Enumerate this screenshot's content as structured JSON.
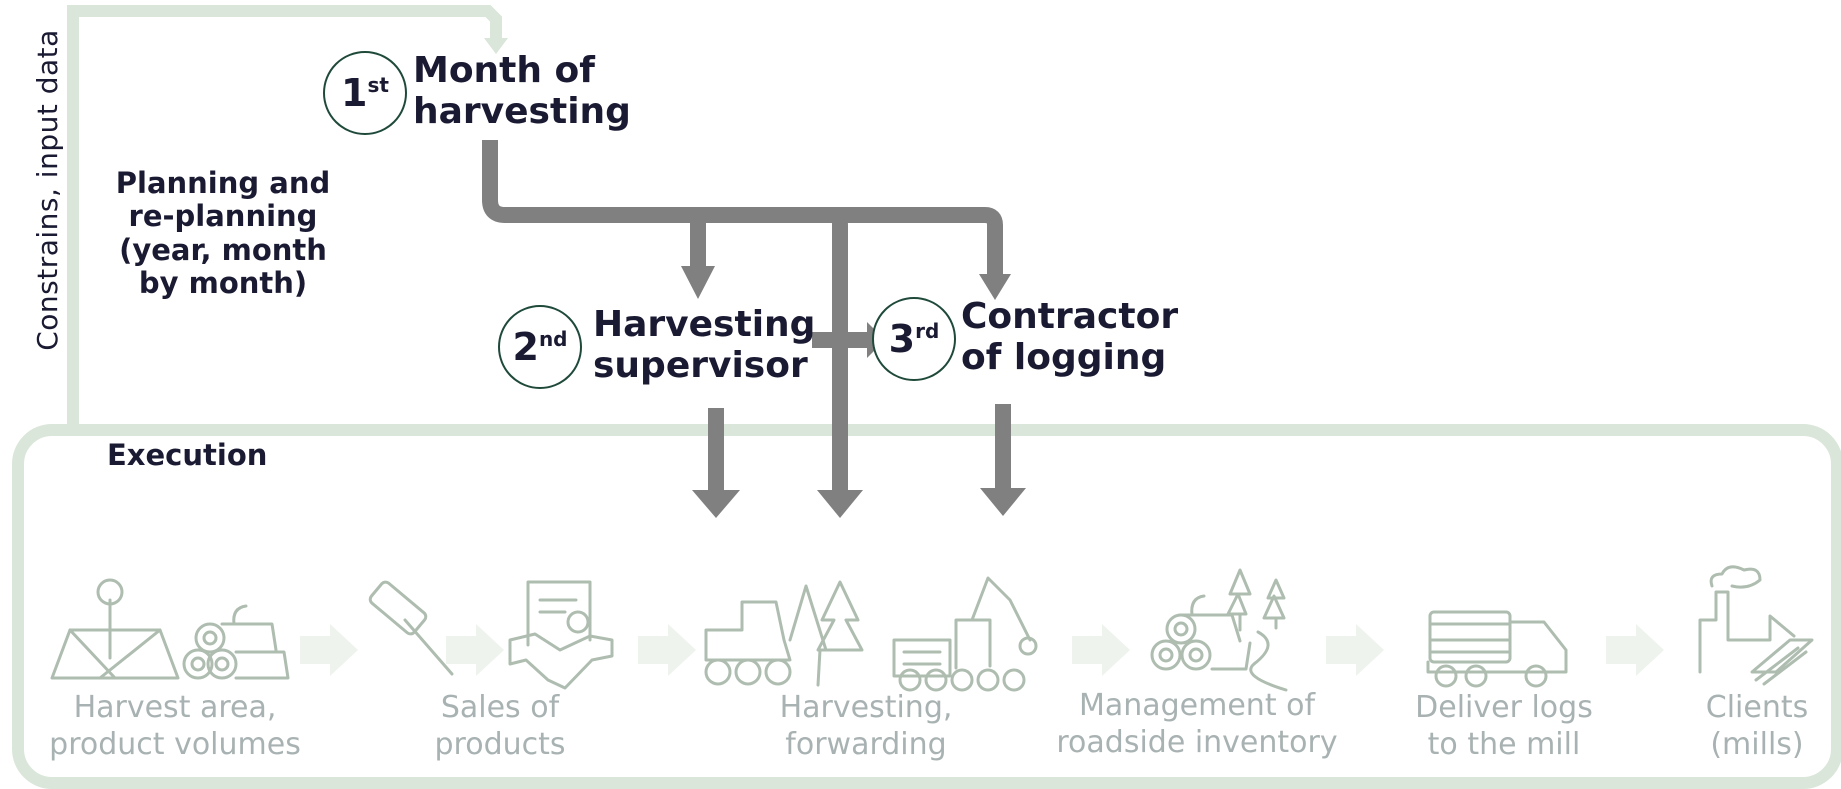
{
  "side_label": "Constrains, input data",
  "planning": {
    "label": "Planning and re-planning (year, month by month)"
  },
  "execution_label": "Execution",
  "roles": [
    {
      "ordinal": "1",
      "suffix": "st",
      "label_lines": [
        "Month of",
        "harvesting"
      ]
    },
    {
      "ordinal": "2",
      "suffix": "nd",
      "label_lines": [
        "Harvesting",
        "supervisor"
      ]
    },
    {
      "ordinal": "3",
      "suffix": "rd",
      "label_lines": [
        "Contractor",
        "of logging"
      ]
    }
  ],
  "steps": [
    {
      "label_lines": [
        "Harvest area,",
        "product volumes"
      ],
      "icon": "map-pin-and-logs-icon"
    },
    {
      "label_lines": [
        "Sales of",
        "products"
      ],
      "icon": "gavel-and-handshake-icon"
    },
    {
      "label_lines": [
        "Harvesting,",
        "forwarding"
      ],
      "icon": "harvester-and-forwarder-icon"
    },
    {
      "label_lines": [
        "Management of",
        "roadside inventory"
      ],
      "icon": "log-pile-and-trees-icon"
    },
    {
      "label_lines": [
        "Deliver logs",
        "to the mill"
      ],
      "icon": "log-truck-icon"
    },
    {
      "label_lines": [
        "Clients",
        "(mills)"
      ],
      "icon": "factory-and-paper-icon"
    }
  ],
  "colors": {
    "frame": "#d9e6d9",
    "arrow": "#808080",
    "badge_border": "#1f4a3a",
    "text_dark": "#1a1a33",
    "text_muted": "#a9b2b2",
    "icon": "#aebdb0"
  }
}
